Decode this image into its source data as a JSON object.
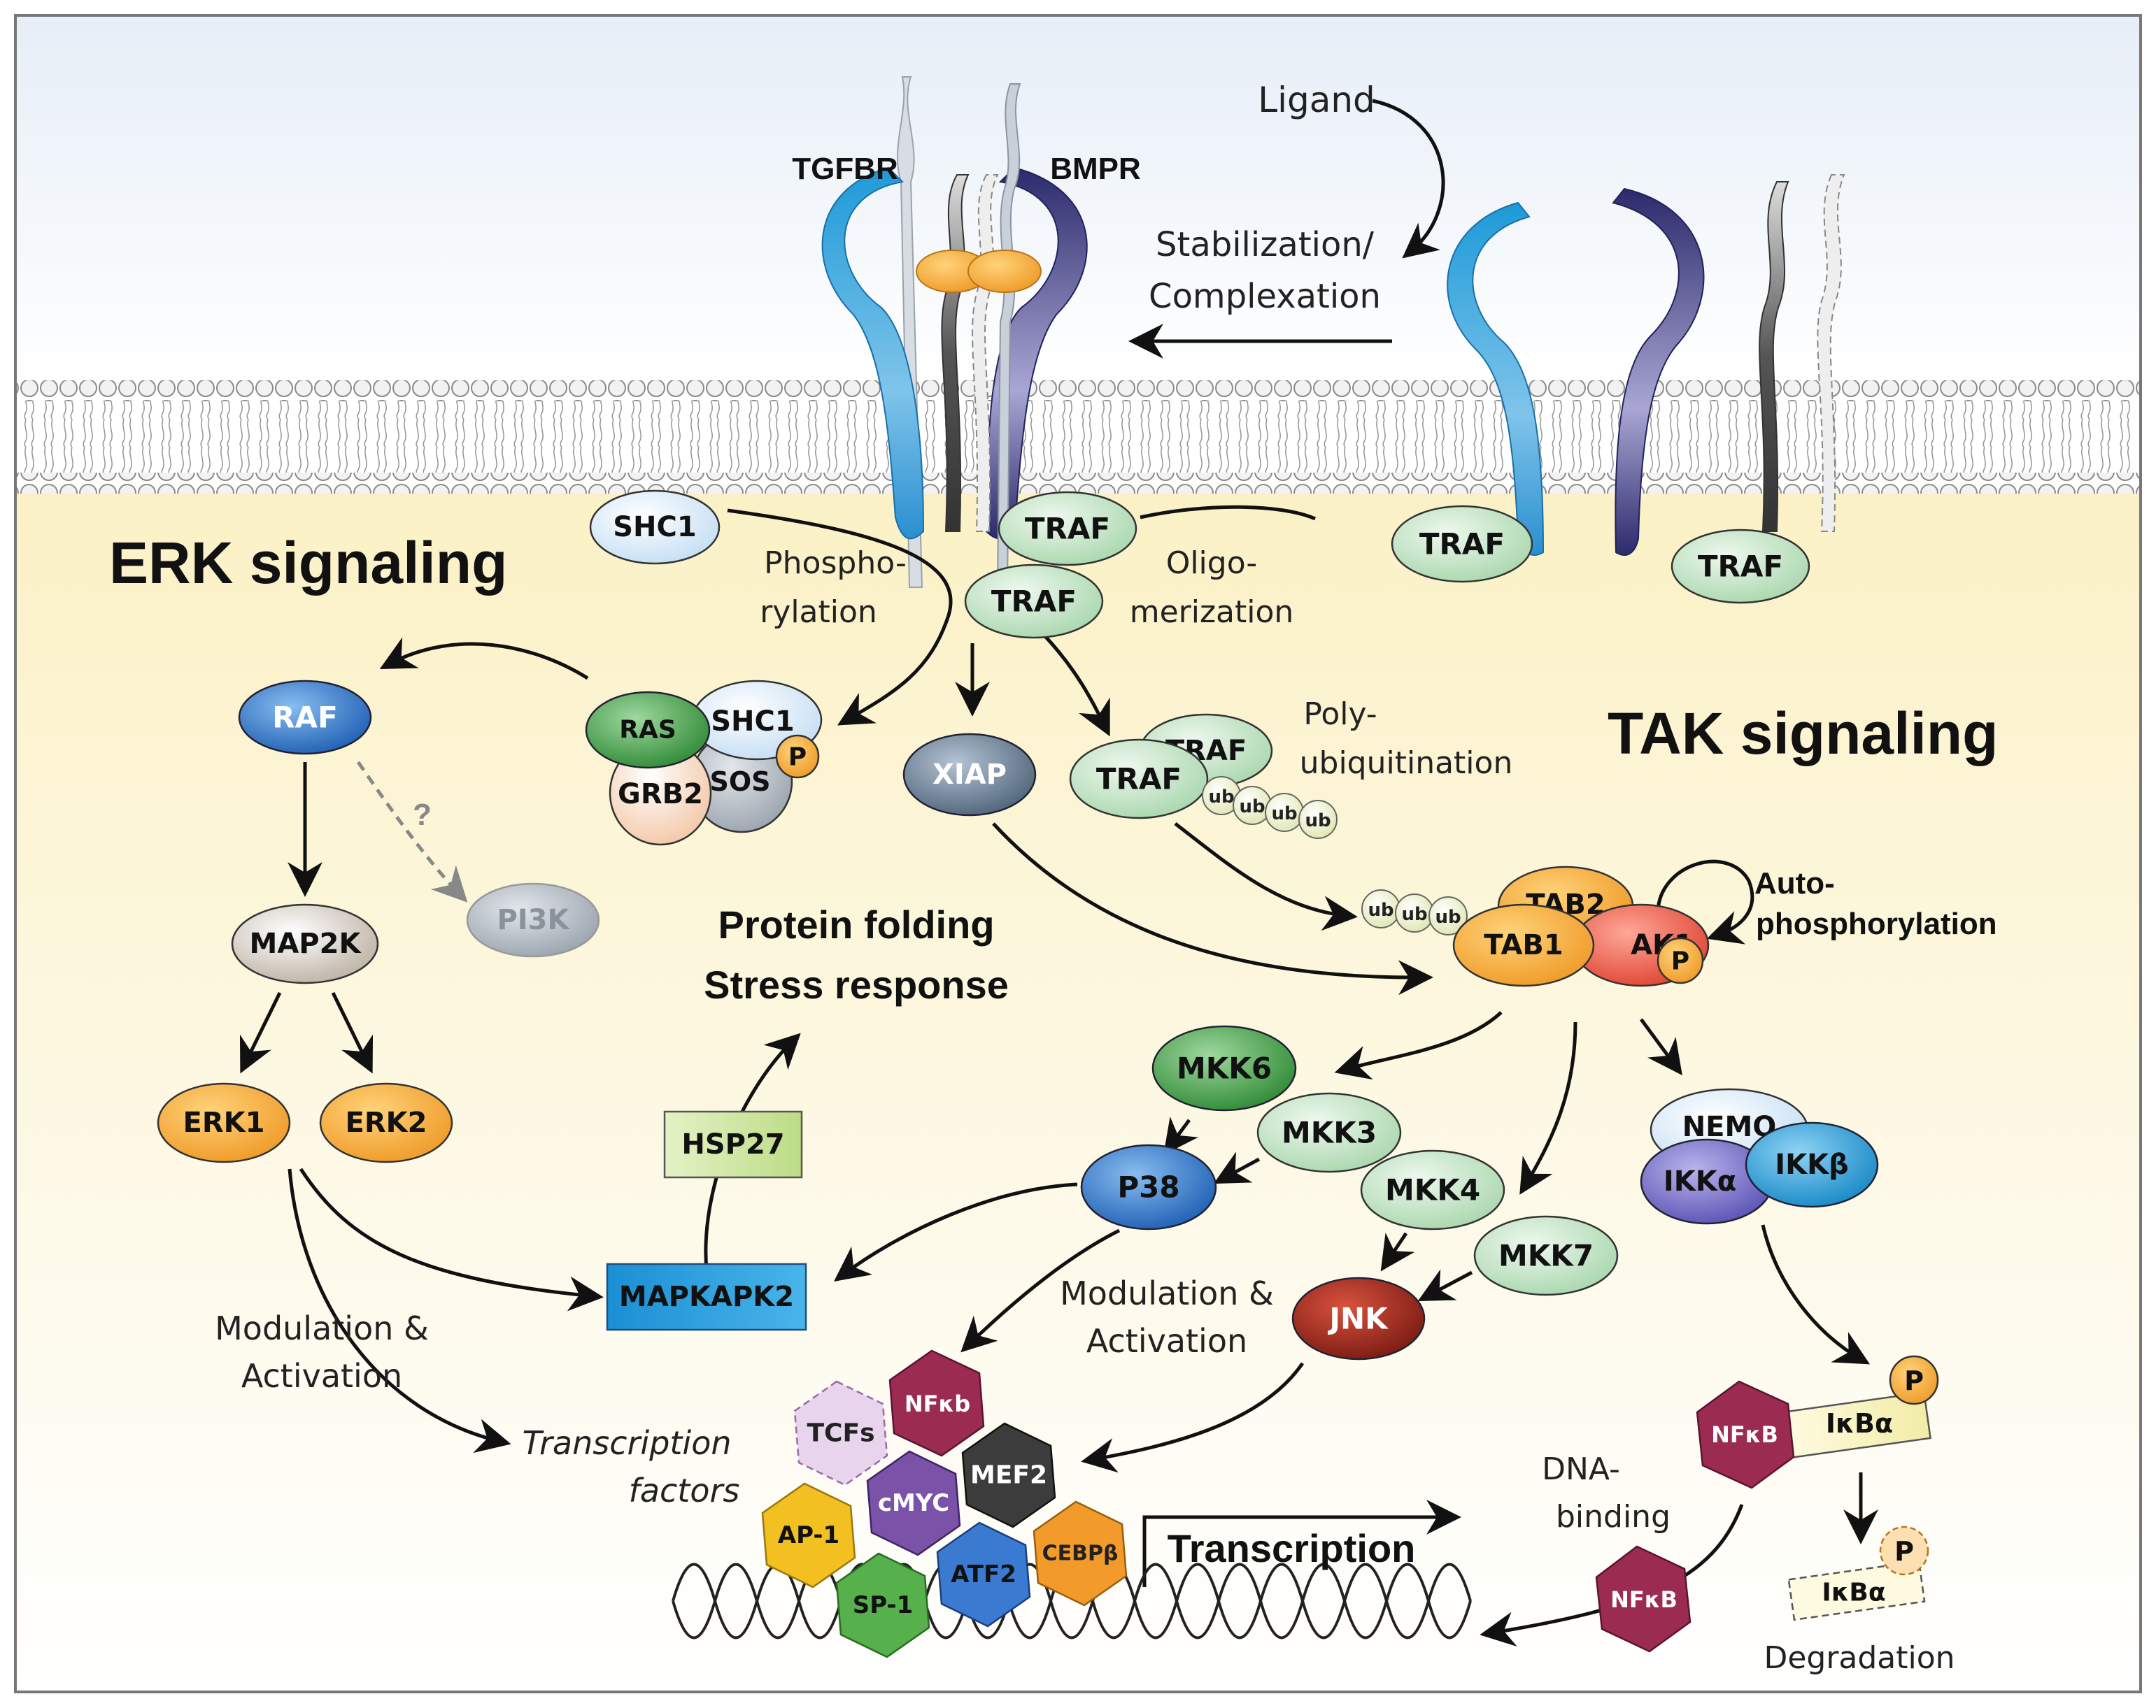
{
  "titles": {
    "erk": "ERK signaling",
    "tak": "TAK signaling",
    "protein_folding": "Protein folding",
    "stress_response": "Stress response",
    "transcription": "Transcription"
  },
  "receptors": {
    "tgfbr": "TGFBR",
    "bmpr": "BMPR"
  },
  "annotations": {
    "ligand": "Ligand",
    "stabilization": "Stabilization/",
    "complexation": "Complexation",
    "phospho_1": "Phospho-",
    "phospho_2": "rylation",
    "oligo_1": "Oligo-",
    "oligo_2": "merization",
    "polyub_1": "Poly-",
    "polyub_2": "ubiquitination",
    "auto_1": "Auto-",
    "auto_2": "phosphorylation",
    "mod_left_1": "Modulation &",
    "mod_left_2": "Activation",
    "mod_mid_1": "Modulation &",
    "mod_mid_2": "Activation",
    "tf_1": "Transcription",
    "tf_2": "factors",
    "dna_1": "DNA-",
    "dna_2": "binding",
    "degradation": "Degradation",
    "question": "?"
  },
  "nodes": {
    "shc1_top": "SHC1",
    "traf_1": "TRAF",
    "traf_2": "TRAF",
    "traf_3": "TRAF",
    "traf_4": "TRAF",
    "raf": "RAF",
    "ras": "RAS",
    "shc1": "SHC1",
    "grb2": "GRB2",
    "sos": "SOS",
    "p_1": "P",
    "xiap": "XIAP",
    "traf_ub_back": "TRAF",
    "traf_ub_front": "TRAF",
    "ub": "ub",
    "pi3k": "PI3K",
    "map2k": "MAP2K",
    "erk1": "ERK1",
    "erk2": "ERK2",
    "tab2": "TAB2",
    "tab1": "TAB1",
    "tak1": "AK1",
    "p_2": "P",
    "mkk6": "MKK6",
    "mkk3": "MKK3",
    "p38": "P38",
    "mkk4": "MKK4",
    "mkk7": "MKK7",
    "jnk": "JNK",
    "hsp27": "HSP27",
    "mapkapk2": "MAPKAPK2",
    "nemo": "NEMO",
    "ikka": "IKKα",
    "ikkb": "IKKβ",
    "nfkb_right": "NFκB",
    "ikba": "IκBα",
    "p_3": "P",
    "nfkb_dna": "NFκB",
    "ikba_deg": "IκBα",
    "p_4": "P"
  },
  "transcription_factors": {
    "tcfs": "TCFs",
    "nfkb": "NFκb",
    "mef2": "MEF2",
    "cmyc": "cMYC",
    "ap1": "AP-1",
    "sp1": "SP-1",
    "atf2": "ATF2",
    "cebpb": "CEBPβ"
  },
  "colors": {
    "extracellular": "#edf3f9",
    "cytoplasm": "#fdf6d8",
    "green_dark": "#46a046",
    "green_light": "#c6e6c6",
    "orange": "#f4a93c",
    "blue": "#2f72c4",
    "cyan": "#1798d6",
    "maroon": "#9c2b52",
    "red_dark": "#8c2118",
    "gray": "#8e9aa6",
    "purple": "#7a52a8"
  }
}
